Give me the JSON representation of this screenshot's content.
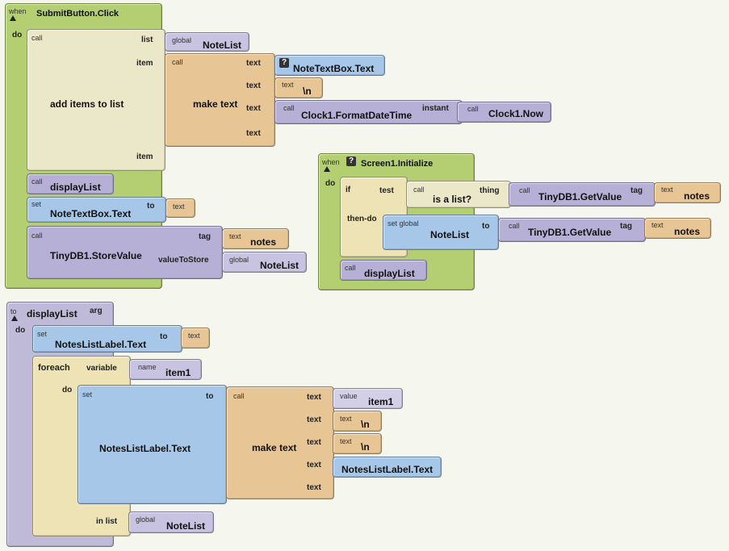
{
  "submit": {
    "when": "when",
    "event": "SubmitButton.Click",
    "do": "do",
    "call": "call",
    "add_items": "add items to list",
    "list": "list",
    "item": "item",
    "global": "global",
    "notelist": "NoteList",
    "make_text": "make text",
    "text": "text",
    "notetextbox_text": "NoteTextBox.Text",
    "newline": "\\n",
    "format_date": "Clock1.FormatDateTime",
    "instant": "instant",
    "clock_now": "Clock1.Now",
    "display_list": "displayList",
    "set": "set",
    "to": "to",
    "storevalue": "TinyDB1.StoreValue",
    "tag": "tag",
    "value_to_store": "valueToStore",
    "notes": "notes"
  },
  "init": {
    "when": "when",
    "event": "Screen1.Initialize",
    "do": "do",
    "if": "if",
    "test": "test",
    "call": "call",
    "is_list": "is a list?",
    "thing": "thing",
    "getvalue": "TinyDB1.GetValue",
    "tag": "tag",
    "text": "text",
    "notes": "notes",
    "then_do": "then-do",
    "set_global": "set global",
    "notelist": "NoteList",
    "to": "to",
    "display_list": "displayList"
  },
  "proc": {
    "to": "to",
    "name": "displayList",
    "arg": "arg",
    "do": "do",
    "set": "set",
    "label_text": "NotesListLabel.Text",
    "text": "text",
    "foreach": "foreach",
    "variable": "variable",
    "name_kw": "name",
    "item1": "item1",
    "call": "call",
    "make_text": "make text",
    "value": "value",
    "newline": "\\n",
    "in_list": "in list",
    "global": "global",
    "notelist": "NoteList"
  }
}
